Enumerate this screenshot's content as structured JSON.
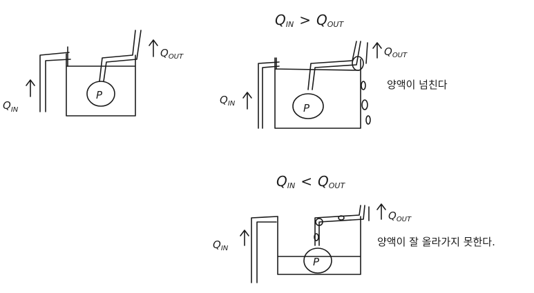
{
  "diagram_1": {
    "pump_label": "P",
    "q_in": "Q",
    "q_in_sub": "IN",
    "q_out": "Q",
    "q_out_sub": "OUT"
  },
  "diagram_2": {
    "heading": "Qᴵᴺ > Qᴼᵁᵀ",
    "heading_lhs": "Q",
    "heading_lhs_sub": "IN",
    "heading_op": ">",
    "heading_rhs": "Q",
    "heading_rhs_sub": "OUT",
    "pump_label": "P",
    "q_in": "Q",
    "q_in_sub": "IN",
    "q_out": "Q",
    "q_out_sub": "OUT",
    "note": "양액이 넘친다"
  },
  "diagram_3": {
    "heading_lhs": "Q",
    "heading_lhs_sub": "IN",
    "heading_op": "<",
    "heading_rhs": "Q",
    "heading_rhs_sub": "OUT",
    "pump_label": "P",
    "q_in": "Q",
    "q_in_sub": "IN",
    "q_out": "Q",
    "q_out_sub": "OUT",
    "note": "양액이 잘 올라가지 못한다."
  },
  "colors": {
    "ink": "#1a1a1a",
    "background": "#ffffff"
  }
}
